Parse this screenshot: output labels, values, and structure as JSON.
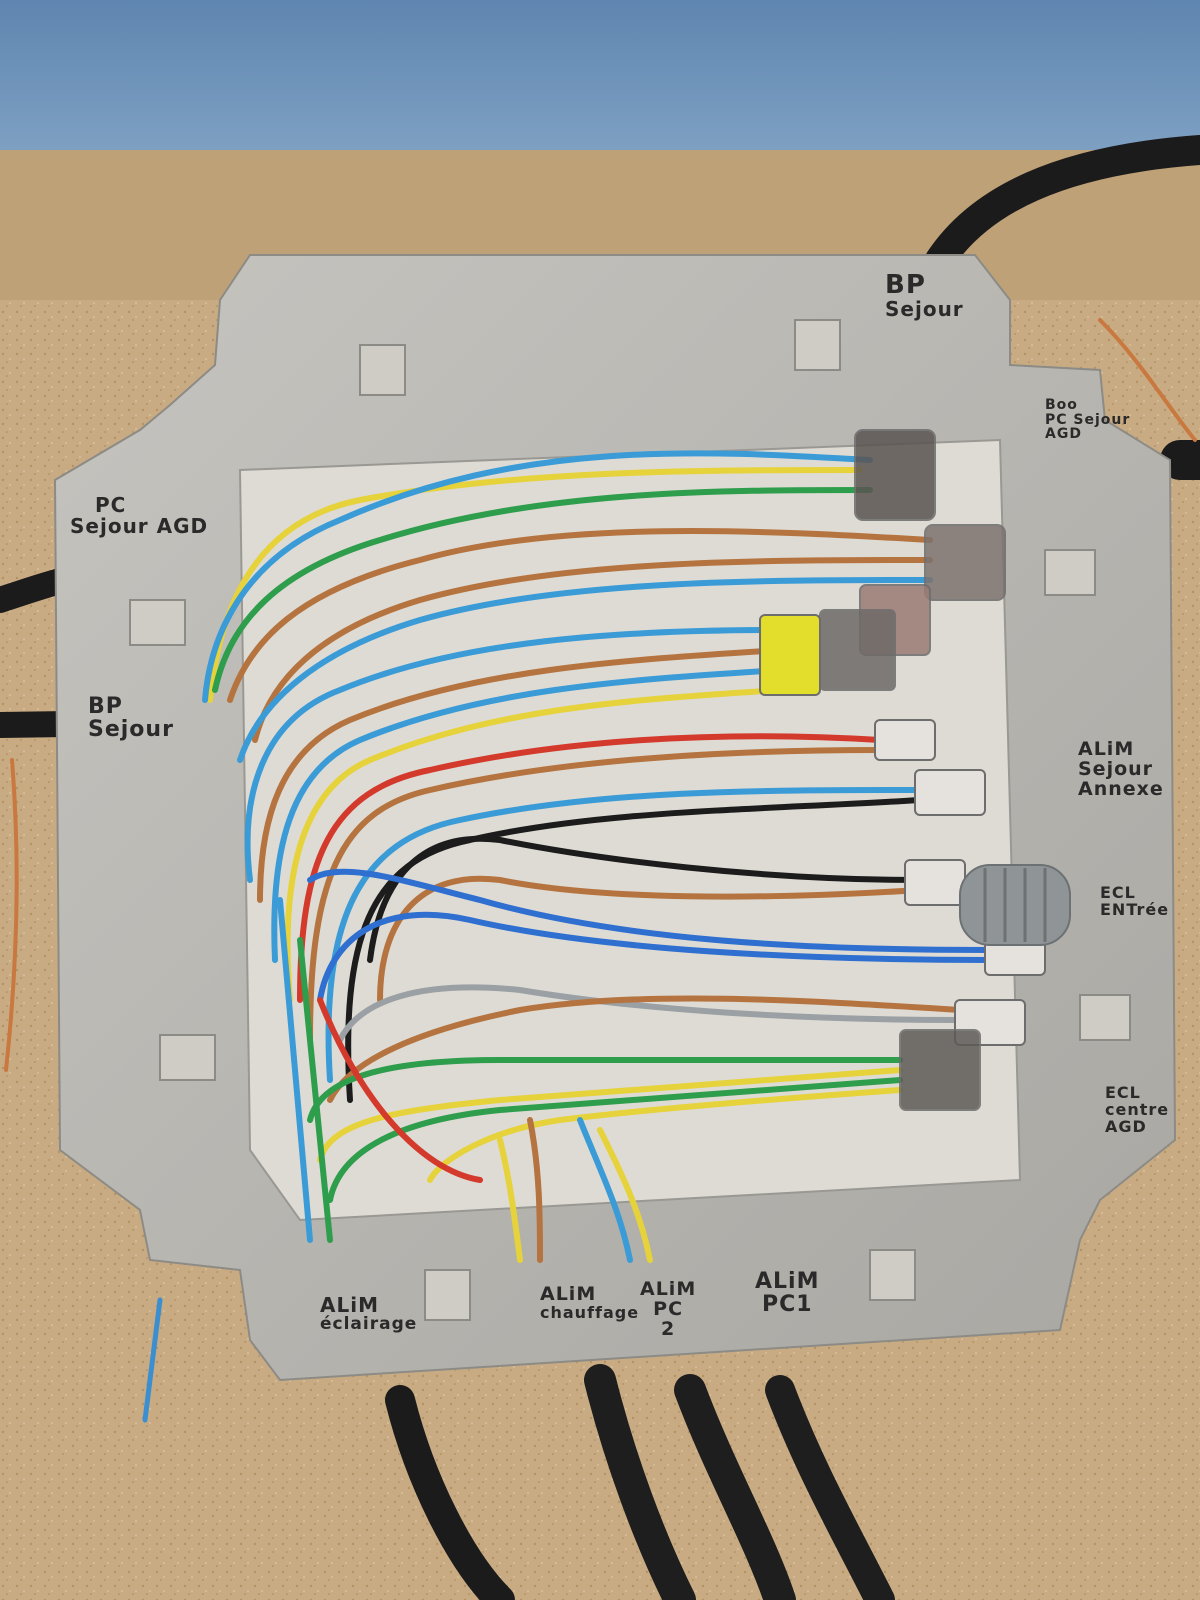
{
  "labels": {
    "bp_sejour_top": [
      "BP",
      "Sejour"
    ],
    "boo_pc_sejour_agd": [
      "Boo",
      "PC Sejour",
      "AGD"
    ],
    "pc_sejour_agd": [
      "PC",
      "Sejour AGD"
    ],
    "bp_sejour_left": [
      "BP",
      "Sejour"
    ],
    "alim_sejour_annexe": [
      "ALiM",
      "Sejour",
      "Annexe"
    ],
    "ecl_entree": [
      "ECL",
      "ENTrée"
    ],
    "ecl_centre_agd": [
      "ECL",
      "centre",
      "AGD"
    ],
    "alim_eclairage": [
      "ALiM",
      "éclairage"
    ],
    "alim_chauffage": [
      "ALiM",
      "chauffage"
    ],
    "alim_pc2": [
      "ALiM",
      "PC",
      "2"
    ],
    "alim_pc1": [
      "ALiM",
      "PC1"
    ]
  },
  "colors": {
    "background_top": "#6b8fb5",
    "sand": "#c9ad86",
    "box_grey": "#b9b7b2",
    "wire_blue": "#3b9bd6",
    "wire_brown": "#b5743f",
    "wire_yellow": "#e6d23a",
    "wire_green": "#2e9d4c",
    "wire_red": "#d33a2c",
    "wire_black": "#1c1c1c",
    "wire_grey": "#9aa0a3"
  }
}
